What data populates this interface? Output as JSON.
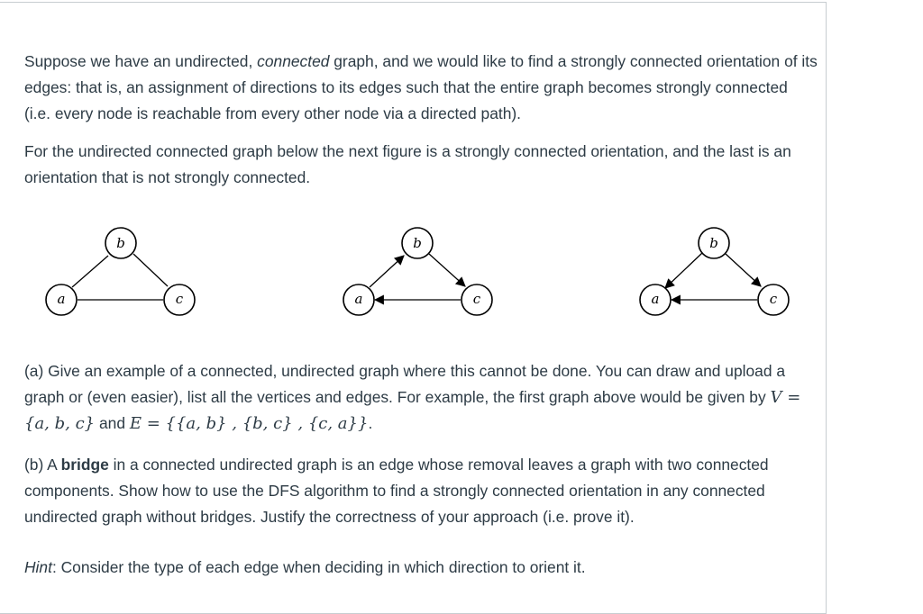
{
  "intro": {
    "t1": "Suppose we have an undirected, ",
    "t1_em": "connected",
    "t2": " graph, and we would like to find a strongly connected orientation of its edges: that is, an assignment of directions to its edges such that the entire graph becomes strongly connected (i.e. every node is reachable from every other node via a directed path)."
  },
  "figure_caption": "For the undirected connected graph below the next figure is a strongly connected orientation, and the last is an orientation that is not strongly connected.",
  "graphs": {
    "node_a": "a",
    "node_b": "b",
    "node_c": "c"
  },
  "part_a": {
    "text": "(a) Give an example of a connected, undirected graph where this cannot be done. You can draw and upload a graph or (even easier), list all the vertices and edges. For example, the first graph above would be given by ",
    "V_eq": "V = {a, b, c}",
    "and": " and ",
    "E_eq": "E = {{a, b} , {b, c} , {c, a}}",
    "end": "."
  },
  "part_b": {
    "t1": "(b) A ",
    "bold": "bridge",
    "t2": " in a connected undirected graph is an edge whose removal leaves a graph with two connected components. Show how to use the DFS algorithm to find a strongly connected orientation in any connected undirected graph without bridges. Justify the correctness of your approach (i.e. prove it)."
  },
  "hint": {
    "label": "Hint",
    "text": ": Consider the type of each edge when deciding in which direction to orient it."
  }
}
